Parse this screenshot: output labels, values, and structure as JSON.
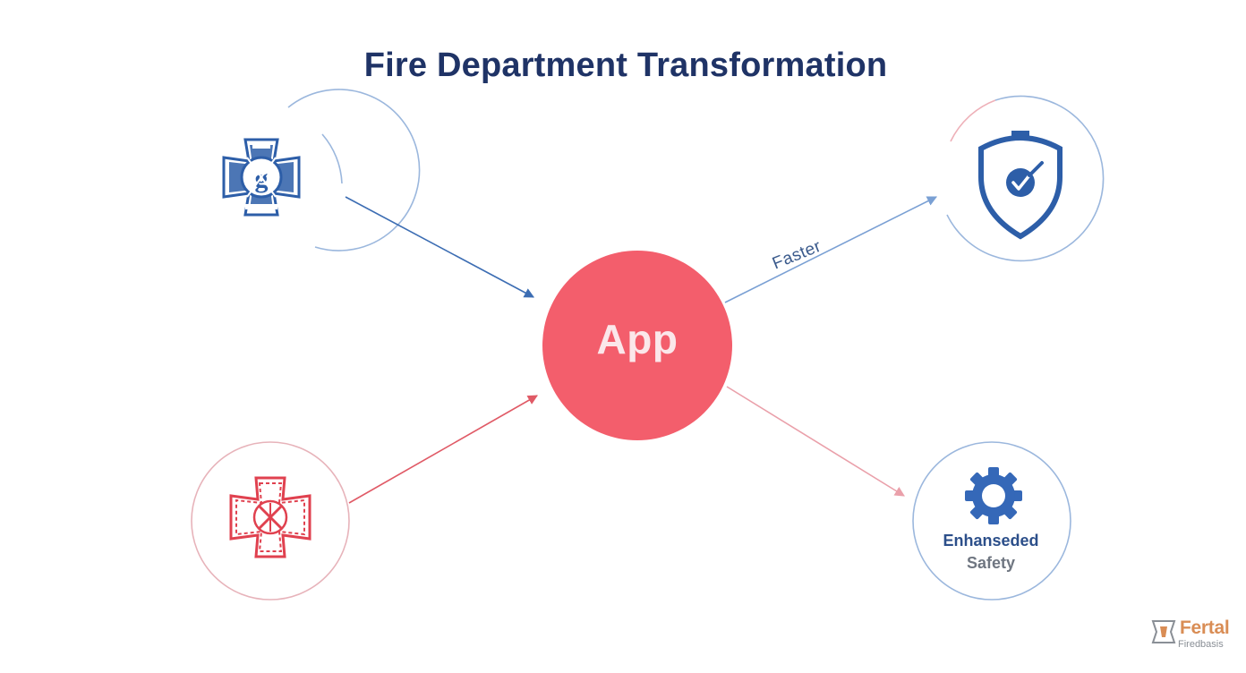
{
  "title": "Fire Department Transformation",
  "hub": {
    "label": "App",
    "color": "#f35e6c"
  },
  "edges": [
    {
      "from": "badge-blue",
      "to": "hub",
      "color": "#3c6db3",
      "label": ""
    },
    {
      "from": "badge-red",
      "to": "hub",
      "color": "#e05a66",
      "label": ""
    },
    {
      "from": "hub",
      "to": "shield",
      "color": "#3c6db3",
      "label": "Faster"
    },
    {
      "from": "hub",
      "to": "gear",
      "color": "#e05a66",
      "label": ""
    }
  ],
  "nodes": {
    "badge_blue": {
      "icon": "fire-badge-icon",
      "color": "#2d5ea8"
    },
    "badge_red": {
      "icon": "fire-badge-icon",
      "color": "#e0414f"
    },
    "shield": {
      "icon": "shield-check-icon",
      "color": "#2d5ea8"
    },
    "gear": {
      "icon": "gear-icon",
      "color": "#3568b8",
      "caption_line1": "Enhanseded",
      "caption_line2": "Safety"
    }
  },
  "brand": {
    "name": "Fertal",
    "sub": "Firedbasis"
  }
}
